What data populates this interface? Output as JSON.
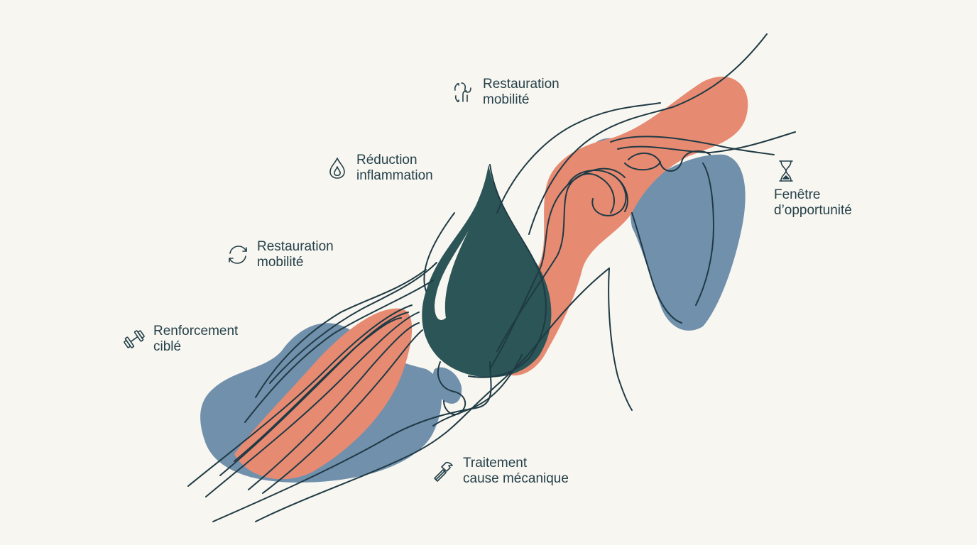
{
  "colors": {
    "background": "#f8f6f0",
    "coral": "#e78a72",
    "slate_blue": "#7190ac",
    "teal_drop": "#2b5557",
    "line": "#1f3a44"
  },
  "labels": {
    "restauration_top": {
      "line1": "Restauration",
      "line2": "mobilité",
      "icon": "knee-joint-icon"
    },
    "reduction": {
      "line1": "Réduction",
      "line2": "inflammation",
      "icon": "flame-drop-icon"
    },
    "restauration_mid": {
      "line1": "Restauration",
      "line2": "mobilité",
      "icon": "rotation-arrows-icon"
    },
    "renforcement": {
      "line1": "Renforcement",
      "line2": "ciblé",
      "icon": "dumbbell-icon"
    },
    "traitement": {
      "line1": "Traitement",
      "line2": "cause mécanique",
      "icon": "hammer-icon"
    },
    "fenetre": {
      "line1": "Fenêtre",
      "line2": "d’opportunité",
      "icon": "hourglass-icon"
    }
  }
}
